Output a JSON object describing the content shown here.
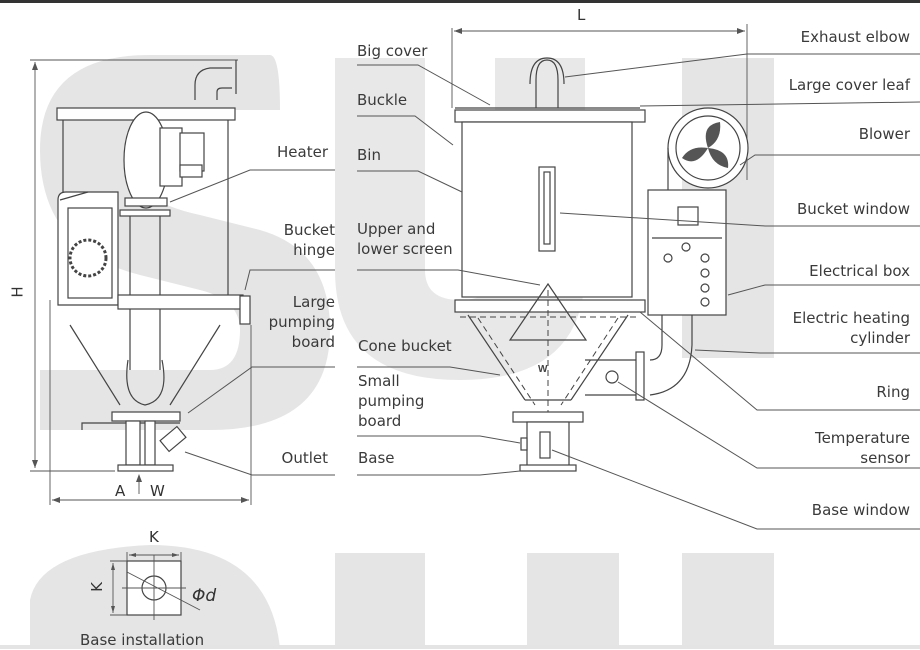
{
  "title": "Hopper dryer structure diagram",
  "watermark": "SUI",
  "dimensions": {
    "length": "L",
    "height": "H",
    "width": "W",
    "outlet_offset": "A",
    "base_side": "K",
    "base_side_vertical": "K",
    "hole_diameter": "Φd"
  },
  "left_view_labels": {
    "heater": "Heater",
    "bucket_hinge_line1": "Bucket",
    "bucket_hinge_line2": "hinge",
    "large_pumping_board_line1": "Large",
    "large_pumping_board_line2": "pumping",
    "large_pumping_board_line3": "board",
    "outlet": "Outlet"
  },
  "center_labels": {
    "big_cover": "Big cover",
    "buckle": "Buckle",
    "bin": "Bin",
    "upper_lower_screen_line1": "Upper and",
    "upper_lower_screen_line2": "lower screen",
    "cone_bucket": "Cone bucket",
    "small_pumping_board_line1": "Small",
    "small_pumping_board_line2": "pumping",
    "small_pumping_board_line3": "board",
    "base": "Base"
  },
  "right_labels": {
    "exhaust_elbow": "Exhaust elbow",
    "large_cover_leaf": "Large cover leaf",
    "blower": "Blower",
    "bucket_window": "Bucket window",
    "electrical_box": "Electrical box",
    "electric_heating_cylinder_line1": "Electric heating",
    "electric_heating_cylinder_line2": "cylinder",
    "ring": "Ring",
    "temperature_sensor_line1": "Temperature",
    "temperature_sensor_line2": "sensor",
    "base_window": "Base window"
  },
  "base_installation_caption": "Base installation",
  "colors": {
    "line": "#444444",
    "text": "#3a3a3a",
    "watermark": "#e5e5e5"
  }
}
